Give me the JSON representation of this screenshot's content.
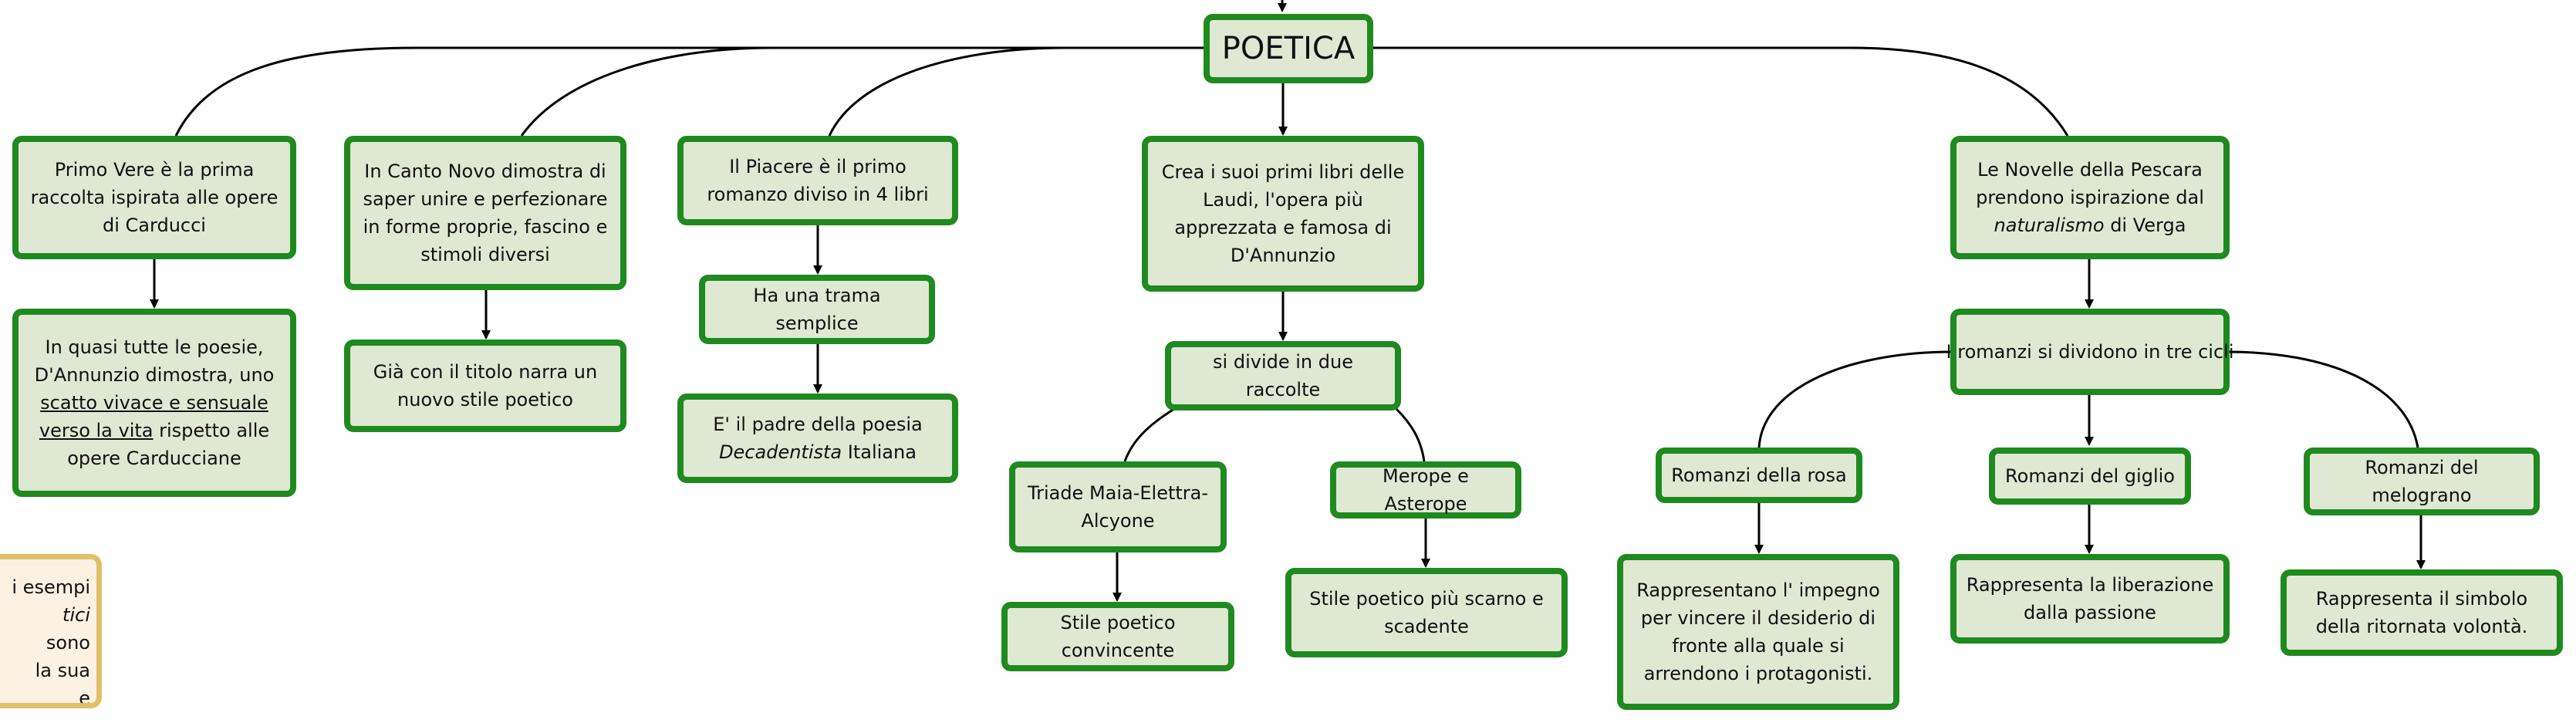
{
  "root": {
    "label": "POETICA"
  },
  "nodes": {
    "primo_vere": "Primo Vere è la prima raccolta ispirata alle opere di Carducci",
    "primo_vere_desc": {
      "a": "In quasi tutte le poesie, D'Annunzio dimostra, uno ",
      "b": "scatto vivace e sensuale verso la vita",
      "c": " rispetto alle opere Carducciane"
    },
    "canto_novo": "In Canto Novo dimostra di saper unire e perfezionare in forme proprie, fascino e stimoli diversi",
    "canto_novo_desc": "Già con il titolo narra un nuovo stile poetico",
    "piacere": "Il Piacere è il primo romanzo diviso in 4 libri",
    "piacere_trama": "Ha una trama semplice",
    "piacere_padre": {
      "a": "E' il padre della poesia ",
      "b": "Decadentista",
      "c": " Italiana"
    },
    "laudi": "Crea i suoi primi libri delle Laudi, l'opera più apprezzata e famosa di D'Annunzio",
    "divide": "si divide in due raccolte",
    "triade": "Triade Maia-Elettra-Alcyone",
    "triade_desc": "Stile poetico convincente",
    "merope": "Merope e Asterope",
    "merope_desc": "Stile poetico più scarno e scadente",
    "novelle": {
      "a": "Le Novelle della Pescara prendono ispirazione dal ",
      "b": "naturalismo",
      "c": " di Verga"
    },
    "romanzi": "I romanzi si dividono in tre cicli",
    "rosa": "Romanzi della rosa",
    "rosa_desc": "Rappresentano l' impegno per vincere il desiderio di fronte alla quale si arrendono i protagonisti.",
    "giglio": "Romanzi del giglio",
    "giglio_desc": "Rappresenta la liberazione dalla passione",
    "melograno": "Romanzi del melograno",
    "melograno_desc": "Rappresenta il simbolo della ritornata volontà."
  },
  "side_note": {
    "line1": "i esempi",
    "line2_italic": "tici",
    "line2_rest": " sono",
    "line3": "la sua",
    "line4": "e"
  },
  "colors": {
    "node_fill": "#dfe8d3",
    "node_border": "#1f8a1f",
    "note_fill": "#fdf1e3",
    "note_border": "#e0c068",
    "connector": "#000000"
  }
}
